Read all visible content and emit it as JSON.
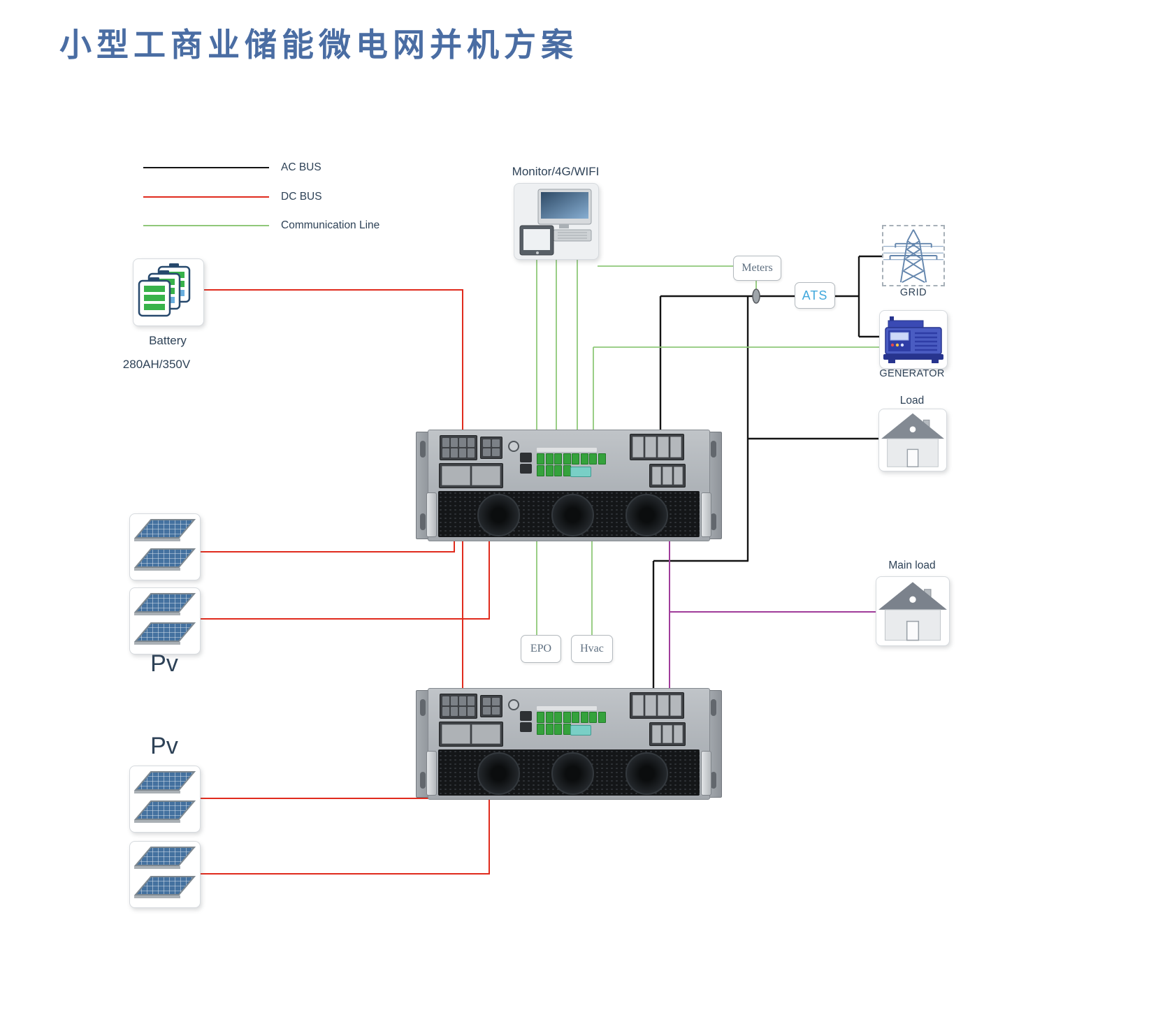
{
  "title": "小型工商业储能微电网并机方案",
  "legend": {
    "items": [
      {
        "label": "AC BUS"
      },
      {
        "label": "DC BUS"
      },
      {
        "label": "Communication Line"
      }
    ]
  },
  "nodes": {
    "monitor": {
      "label": "Monitor/4G/WIFI"
    },
    "battery": {
      "label": "Battery",
      "spec": "280AH/350V"
    },
    "meters": {
      "label": "Meters"
    },
    "ats": {
      "label": "ATS"
    },
    "grid": {
      "label": "GRID"
    },
    "generator": {
      "label": "GENERATOR"
    },
    "load": {
      "label": "Load"
    },
    "main_load": {
      "label": "Main load"
    },
    "pv_upper": {
      "label": "Pv"
    },
    "pv_lower": {
      "label": "Pv"
    },
    "epo": {
      "label": "EPO"
    },
    "hvac": {
      "label": "Hvac"
    }
  },
  "colors": {
    "ac_bus": "#141414",
    "dc_bus": "#e02b1d",
    "comm_line": "#8fc879",
    "parallel_line": "#a03c9a",
    "title": "#4a6da3",
    "label": "#2e4257",
    "ats_text": "#41a8dc",
    "box_text": "#5e6f80"
  }
}
